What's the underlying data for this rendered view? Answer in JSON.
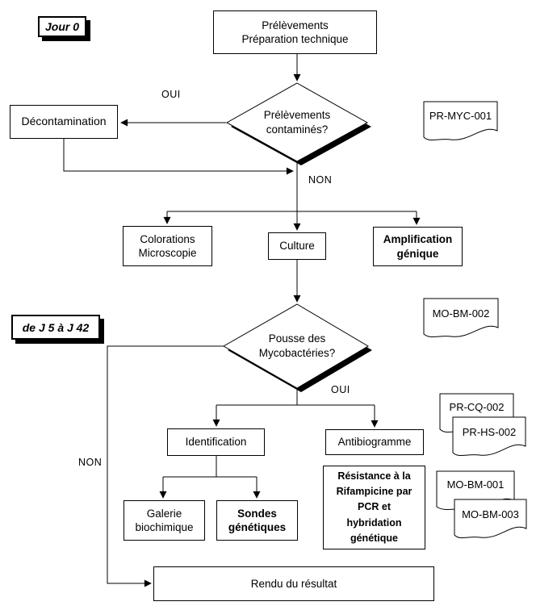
{
  "labels": {
    "jour0": "Jour 0",
    "periode": "de J 5 à J 42"
  },
  "nodes": {
    "prelevements": "Prélèvements\nPréparation technique",
    "decision_contamines": "Prélèvements\ncontaminés?",
    "decontamination": "Décontamination",
    "colorations": "Colorations\nMicroscopie",
    "culture": "Culture",
    "amplification": "Amplification\ngénique",
    "decision_pousse": "Pousse des\nMycobactéries?",
    "identification": "Identification",
    "antibiogramme": "Antibiogramme",
    "galerie": "Galerie\nbiochimique",
    "sondes": "Sondes\ngénétiques",
    "resistance": "Résistance à la\nRifampicine par\nPCR et\nhybridation\ngénétique",
    "rendu": "Rendu du résultat"
  },
  "edge_labels": {
    "oui1": "OUI",
    "non1": "NON",
    "oui2": "OUI",
    "non2": "NON"
  },
  "documents": {
    "pr_myc_001": "PR-MYC-001",
    "mo_bm_002": "MO-BM-002",
    "pr_cq_002": "PR-CQ-002",
    "pr_hs_002": "PR-HS-002",
    "mo_bm_001": "MO-BM-001",
    "mo_bm_003": "MO-BM-003"
  },
  "colors": {
    "line": "#000000",
    "fill": "#ffffff",
    "shadow": "#000000"
  }
}
